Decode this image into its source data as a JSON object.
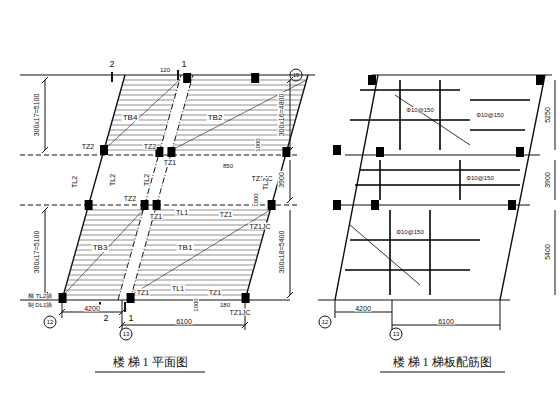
{
  "diagram": {
    "labels": [
      "2",
      "1",
      "300x17=5100",
      "300x16=4800",
      "TB4",
      "TB2",
      "TZ2",
      "TZ2",
      "TZ1",
      "TZ1JC",
      "850",
      "1000",
      "TL2",
      "TL2",
      "TL2",
      "TL2",
      "TZ2",
      "TZ1",
      "TL1",
      "TZ1",
      "TZ1JC",
      "1000",
      "3900",
      "300x17=5100",
      "300x18=5400",
      "TB3",
      "TB1",
      "TZ1",
      "TL1",
      "TZ1",
      "TZ1JC",
      "1000",
      "2",
      "1",
      "梯 TL2插",
      "制 DL1插",
      "120",
      "180",
      "4200",
      "6100",
      "12",
      "13",
      "15",
      "楼 梯 1 平面图",
      "楼 梯 1 梯板配筋图",
      "5250",
      "3900",
      "5400",
      "4200",
      "6100",
      "12",
      "13",
      "Φ10@150",
      "Φ10@150",
      "Φ10@150",
      "Φ10@150"
    ]
  }
}
